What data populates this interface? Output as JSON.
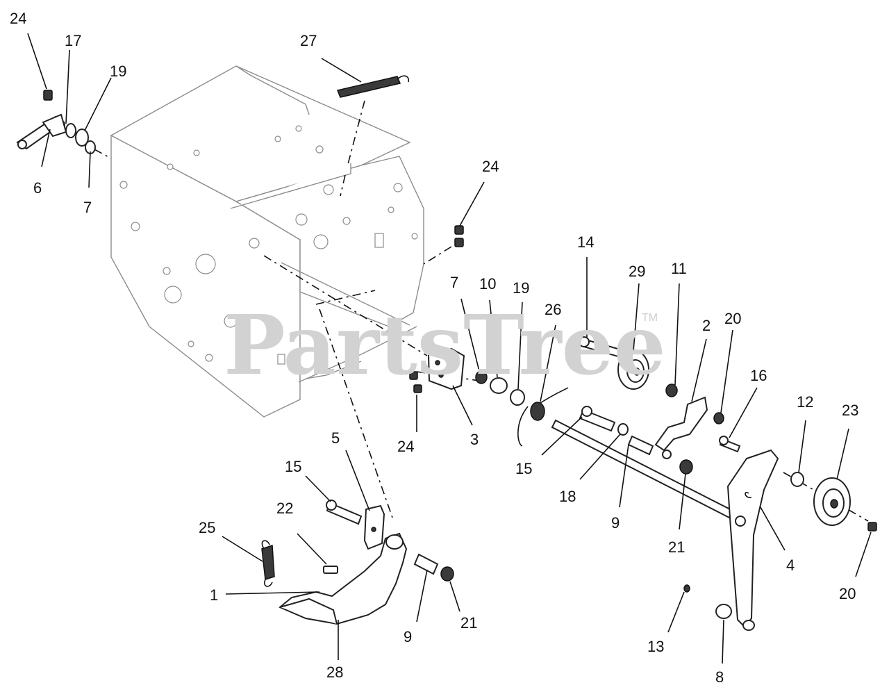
{
  "watermark": {
    "text": "PartsTree",
    "mark": "TM"
  },
  "callouts": [
    {
      "n": "24"
    },
    {
      "n": "17"
    },
    {
      "n": "19"
    },
    {
      "n": "27"
    },
    {
      "n": "6"
    },
    {
      "n": "7"
    },
    {
      "n": "24"
    },
    {
      "n": "14"
    },
    {
      "n": "29"
    },
    {
      "n": "11"
    },
    {
      "n": "7"
    },
    {
      "n": "10"
    },
    {
      "n": "19"
    },
    {
      "n": "26"
    },
    {
      "n": "2"
    },
    {
      "n": "20"
    },
    {
      "n": "16"
    },
    {
      "n": "12"
    },
    {
      "n": "23"
    },
    {
      "n": "24"
    },
    {
      "n": "3"
    },
    {
      "n": "15"
    },
    {
      "n": "18"
    },
    {
      "n": "9"
    },
    {
      "n": "21"
    },
    {
      "n": "4"
    },
    {
      "n": "20"
    },
    {
      "n": "5"
    },
    {
      "n": "15"
    },
    {
      "n": "22"
    },
    {
      "n": "25"
    },
    {
      "n": "1"
    },
    {
      "n": "9"
    },
    {
      "n": "21"
    },
    {
      "n": "28"
    },
    {
      "n": "13"
    },
    {
      "n": "8"
    }
  ]
}
